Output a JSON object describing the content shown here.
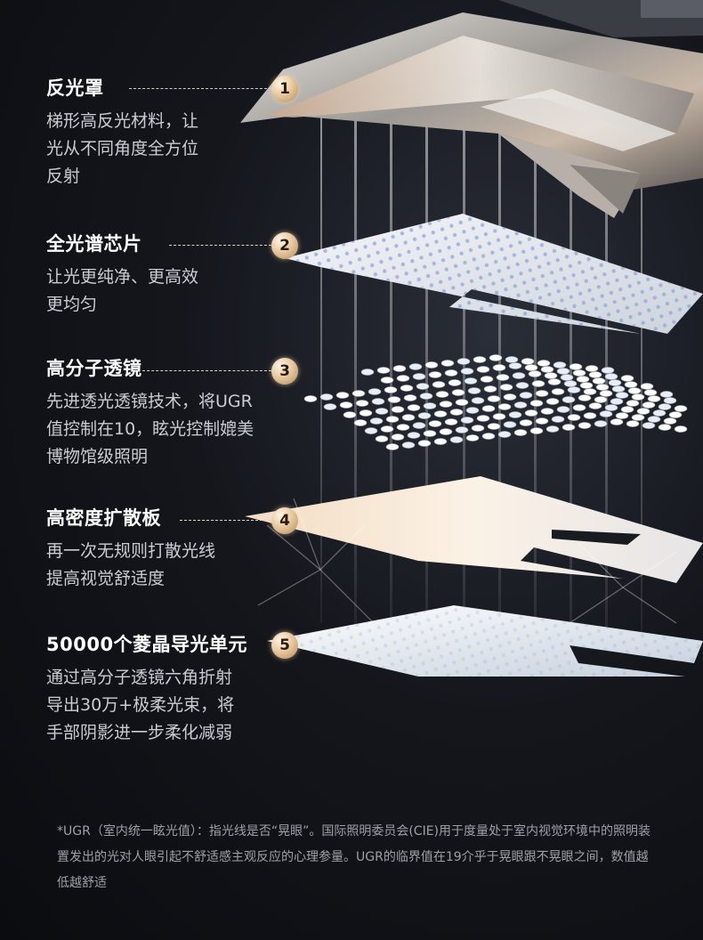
{
  "layers": [
    {
      "number": "1",
      "title": "反光罩",
      "desc": [
        "梯形高反光材料，让",
        "光从不同角度全方位",
        "反射"
      ]
    },
    {
      "number": "2",
      "title": "全光谱芯片",
      "desc": [
        "让光更纯净、更高效",
        "更均匀"
      ]
    },
    {
      "number": "3",
      "title": "高分子透镜",
      "desc": [
        "先进透光透镜技术，将UGR",
        "值控制在10，眩光控制媲美",
        "博物馆级照明"
      ]
    },
    {
      "number": "4",
      "title": "高密度扩散板",
      "desc": [
        "再一次无规则打散光线",
        "提高视觉舒适度"
      ]
    },
    {
      "number": "5",
      "title": "50000个菱晶导光单元",
      "desc": [
        "通过高分子透镜六角折射",
        "导出30万+极柔光束，将",
        "手部阴影进一步柔化减弱"
      ]
    }
  ],
  "footnote": "*UGR（室内统一眩光值）：指光线是否“晃眼”。国际照明委员会(CIE)用于度量处于室内视觉环境中的照明装置发出的光对人眼引起不舒适感主观反应的心理参量。UGR的临界值在19介乎于晃眼跟不晃眼之间，数值越低越舒适",
  "colors": {
    "badge": "#e8caa0",
    "background": "#0b0c10",
    "text": "#ffffff",
    "desc": "#c9ccd3"
  }
}
